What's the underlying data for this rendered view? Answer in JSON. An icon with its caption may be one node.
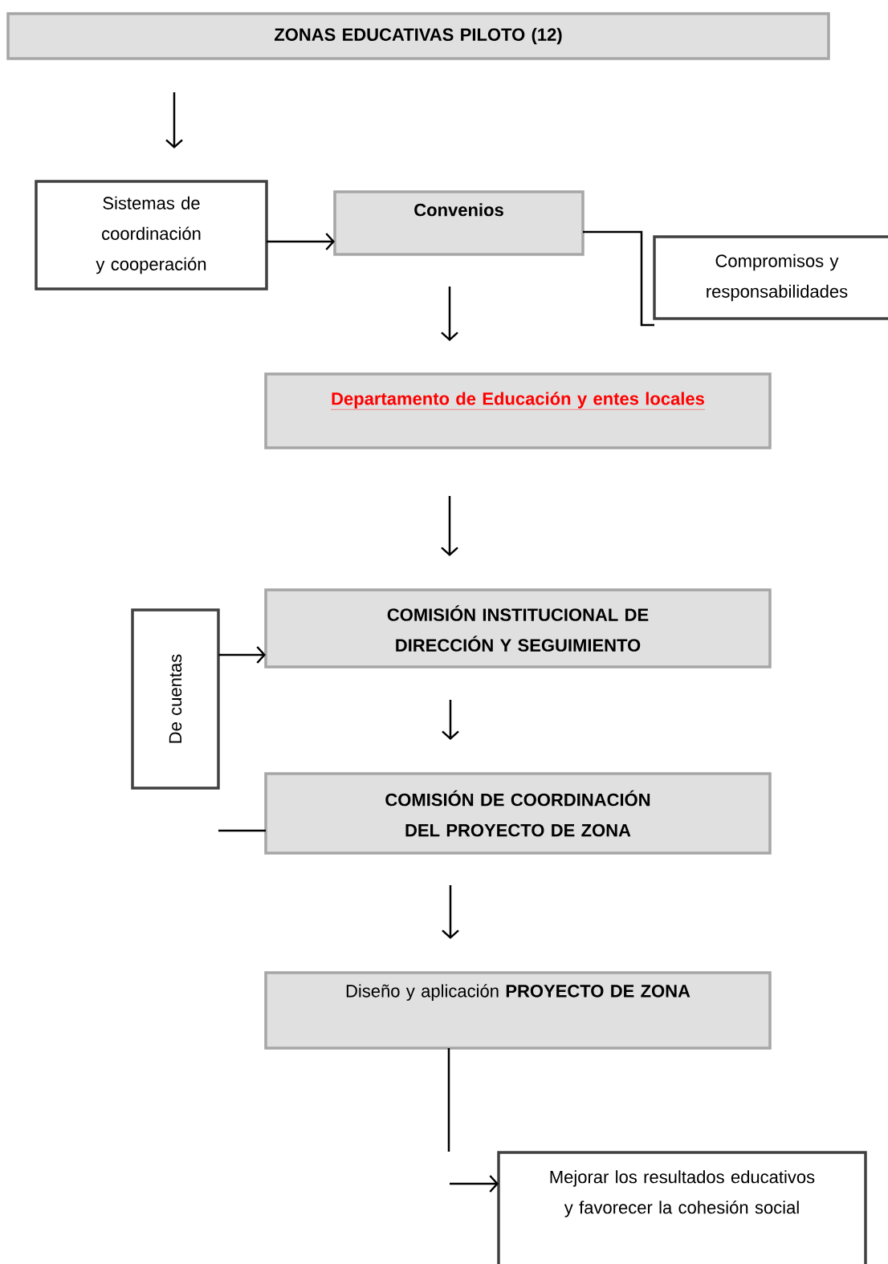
{
  "diagram": {
    "nodes": [
      {
        "text": [
          "ZONAS EDUCATIVAS PILOTO (12)"
        ]
      },
      {
        "text": [
          "Sistemas de coordinación y cooperación"
        ]
      },
      {
        "text": [
          "Convenios"
        ]
      },
      {
        "text": [
          "Compromisos y responsabilidades"
        ]
      },
      {
        "text": [
          "Departamento de Educación y entes locales"
        ]
      },
      {
        "text": [
          "De cuentas"
        ]
      },
      {
        "text": [
          "COMISIÓN INSTITUCIONAL DE DIRECCIÓN Y SEGUIMIENTO"
        ]
      },
      {
        "text": [
          "COMISIÓN DE COORDINACIÓN DEL PROYECTO DE ZONA"
        ]
      },
      {
        "text": [
          "Diseño y aplicación **PROYECTO DE ZONA**"
        ]
      },
      {
        "text": [
          "Mejorar los resultados educativos y favorecer la cohesión social"
        ]
      }
    ],
    "edges": [
      {
        "from": 0,
        "to": 1,
        "arrow": "to"
      },
      {
        "from": 1,
        "to": 2,
        "arrow": "to"
      },
      {
        "from": 2,
        "to": 3,
        "arrow": "none"
      },
      {
        "from": 2,
        "to": 4,
        "arrow": "to"
      },
      {
        "from": 4,
        "to": 6,
        "arrow": "to"
      },
      {
        "from": 5,
        "to": 6,
        "arrow": "to"
      },
      {
        "from": 6,
        "to": 7,
        "arrow": "to"
      },
      {
        "from": 7,
        "to": null,
        "arrow": "none"
      },
      {
        "from": 7,
        "to": 8,
        "arrow": "to"
      },
      {
        "from": 8,
        "to": null,
        "arrow": "none"
      },
      {
        "from": null,
        "to": 9,
        "arrow": "to"
      }
    ]
  }
}
